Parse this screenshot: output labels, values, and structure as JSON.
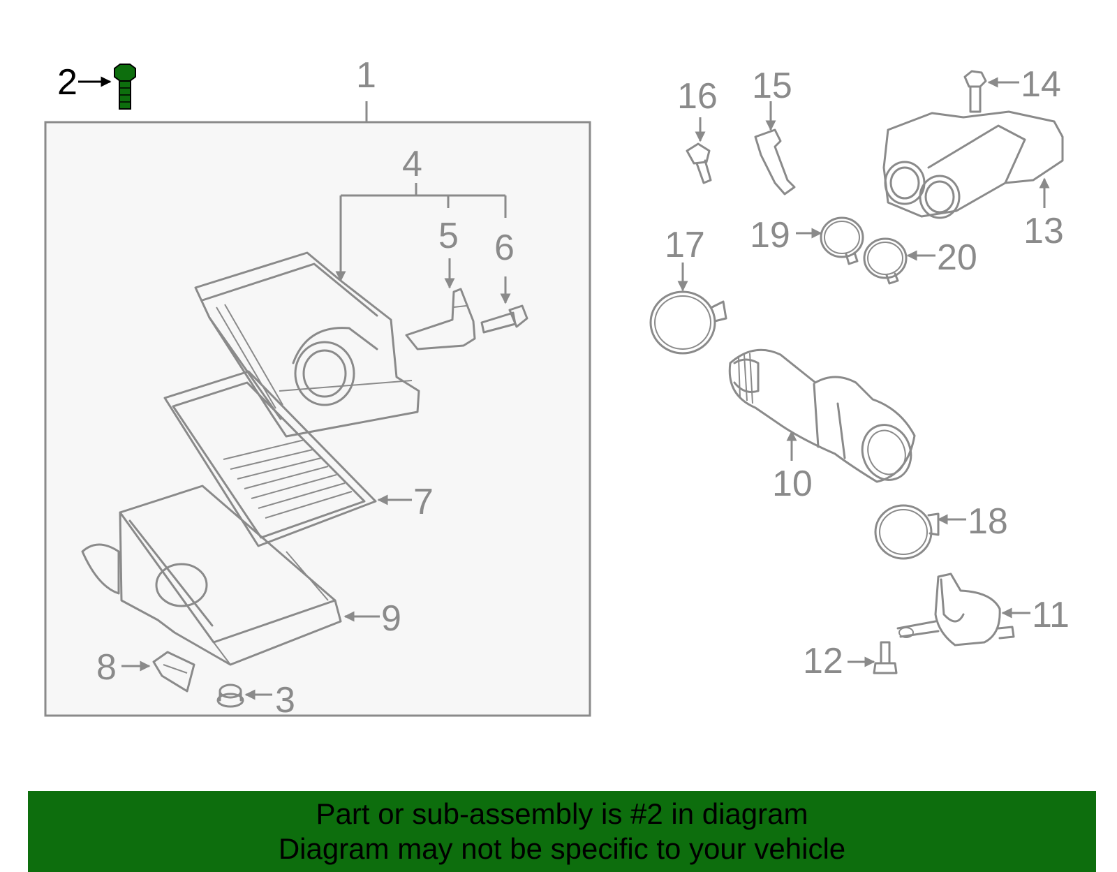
{
  "diagram": {
    "highlight_color": "#0d6e0d",
    "line_color": "#8a8a8a",
    "labels": {
      "p1": "1",
      "p2": "2",
      "p3": "3",
      "p4": "4",
      "p5": "5",
      "p6": "6",
      "p7": "7",
      "p8": "8",
      "p9": "9",
      "p10": "10",
      "p11": "11",
      "p12": "12",
      "p13": "13",
      "p14": "14",
      "p15": "15",
      "p16": "16",
      "p17": "17",
      "p18": "18",
      "p19": "19",
      "p20": "20"
    }
  },
  "banner": {
    "line1": "Part or sub-assembly is #2 in diagram",
    "line2": "Diagram may not be specific to your vehicle"
  }
}
